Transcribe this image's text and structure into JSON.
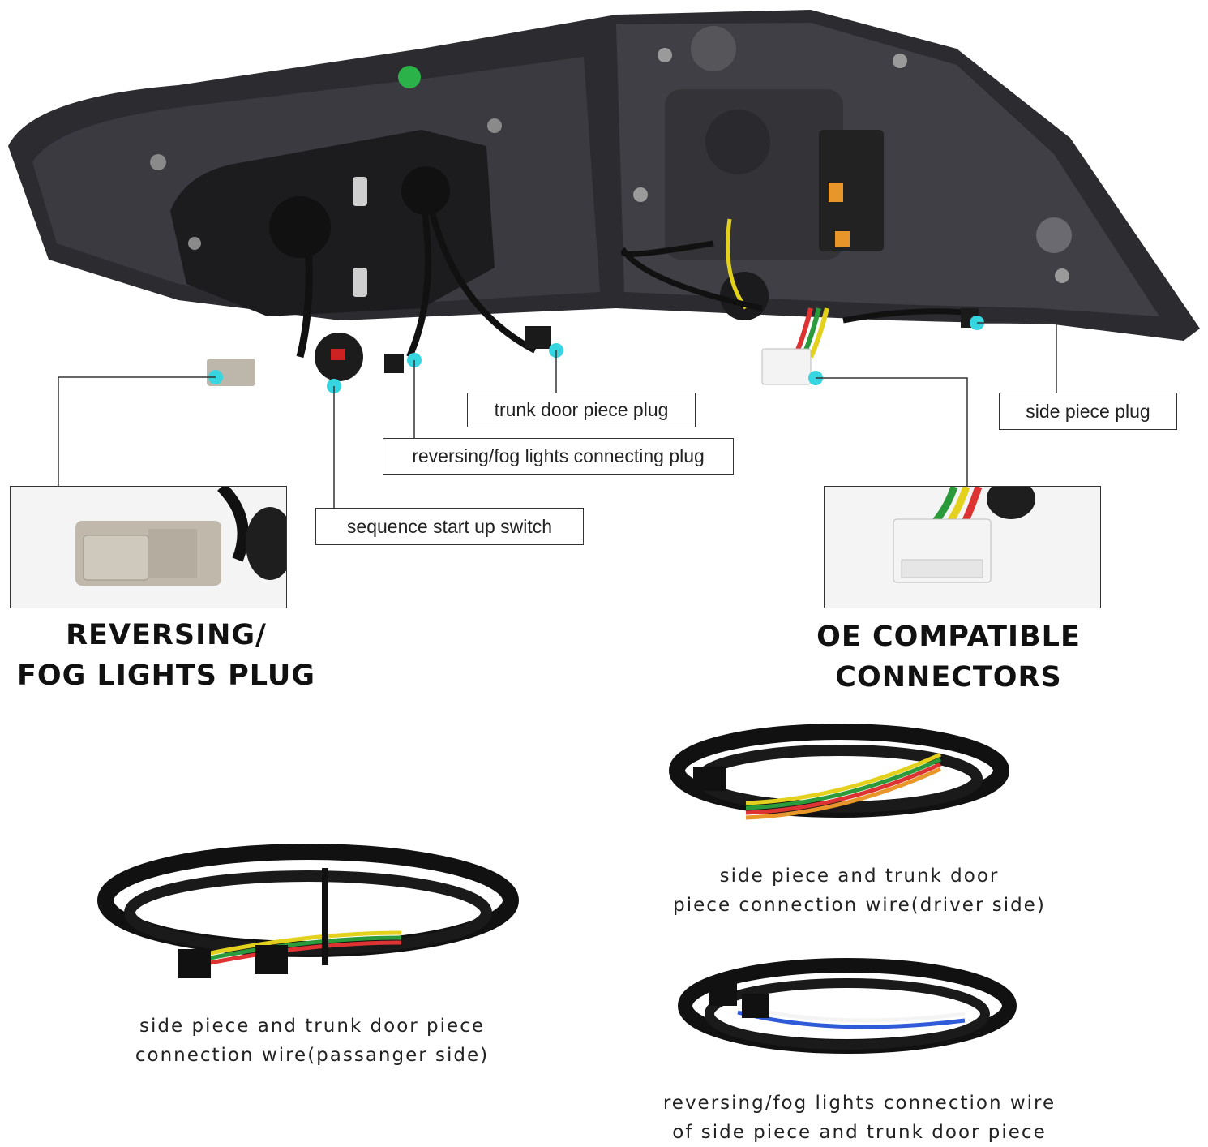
{
  "colors": {
    "marker": "#35d6e0",
    "line": "#333333",
    "housing": "#2a2a2e"
  },
  "callouts": {
    "trunk_door_piece_plug": "trunk door piece plug",
    "reversing_fog_connecting_plug": "reversing/fog lights connecting plug",
    "sequence_switch": "sequence start up switch",
    "side_piece_plug": "side piece plug"
  },
  "headings": {
    "reversing_line1": "REVERSING/",
    "reversing_line2": "FOG LIGHTS PLUG",
    "oe_connectors": "OE COMPATIBLE CONNECTORS"
  },
  "captions": {
    "driver_line1": "side piece and trunk door",
    "driver_line2": "piece connection wire(driver side)",
    "passenger_line1": "side piece and trunk door piece",
    "passenger_line2": "connection wire(passanger side)",
    "fog_line1": "reversing/fog lights connection wire",
    "fog_line2": "of side piece and trunk door piece"
  }
}
